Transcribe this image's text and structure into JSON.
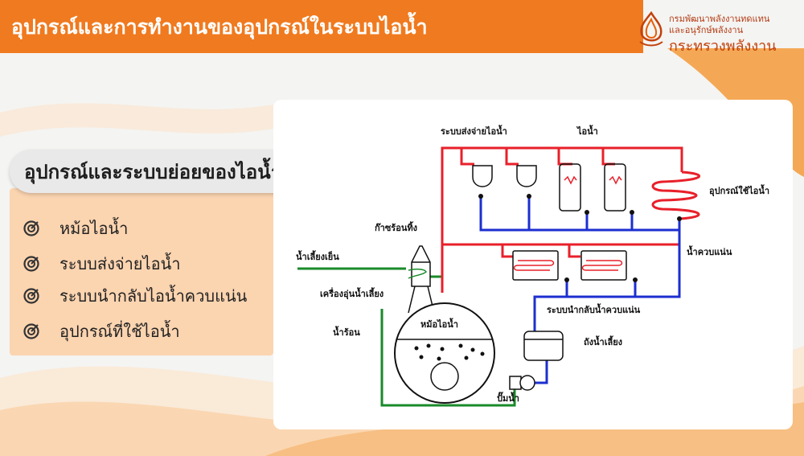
{
  "header": {
    "title": "อุปกรณ์และการทำงานของอุปกรณ์ในระบบไอน้ำ"
  },
  "logo": {
    "line1": "กรมพัฒนาพลังงานทดแทน",
    "line2": "และอนุรักษ์พลังงาน",
    "line3": "กระทรวงพลังงาน"
  },
  "subsection": {
    "title": "อุปกรณ์และระบบย่อยของไอน้ำ"
  },
  "items": [
    {
      "label": "หม้อไอน้ำ"
    },
    {
      "label": "ระบบส่งจ่ายไอน้ำ"
    },
    {
      "label": "ระบบนำกลับไอน้ำควบแน่น"
    },
    {
      "label": "อุปกรณ์ที่ใช้ไอน้ำ"
    }
  ],
  "diagram": {
    "labels": {
      "steam_distribution": "ระบบส่งจ่ายไอน้ำ",
      "steam": "ไอน้ำ",
      "steam_equipment": "อุปกรณ์ใช้ไอน้ำ",
      "flue_gas": "ก๊าซร้อนทิ้ง",
      "cold_feedwater": "น้ำเลี้ยงเย็น",
      "economizer": "เครื่องอุ่นน้ำเลี้ยง",
      "hot_water": "น้ำร้อน",
      "boiler": "หม้อไอน้ำ",
      "condensate": "น้ำควบแน่น",
      "condensate_return": "ระบบนำกลับน้ำควบแน่น",
      "feedwater_tank": "ถังน้ำเลี้ยง",
      "pump": "ปั๊มน้ำ"
    },
    "colors": {
      "steam": "#e8202a",
      "condensate": "#1c2fd0",
      "feedwater": "#1a8a2a"
    }
  },
  "theme": {
    "accent": "#f07a1f",
    "panel": "#fbd4b0"
  }
}
